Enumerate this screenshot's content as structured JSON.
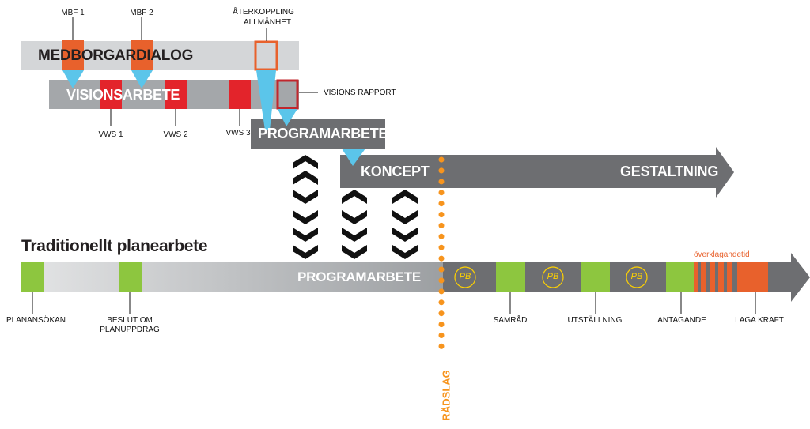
{
  "medborgardialog": {
    "title": "MEDBORGARDIALOG",
    "markers": [
      "MBF 1",
      "MBF 2"
    ],
    "feedback_label_line1": "ÅTERKOPPLING",
    "feedback_label_line2": "ALLMÄNHET"
  },
  "visionsarbete": {
    "title": "VISIONSARBETE",
    "workshops": [
      "VWS 1",
      "VWS 2",
      "VWS 3"
    ],
    "report_label": "VISIONS RAPPORT"
  },
  "programarbete_box": {
    "title": "PROGRAMARBETE"
  },
  "concept_arrow": {
    "left_label": "KONCEPT",
    "right_label": "GESTALTNING"
  },
  "traditional": {
    "heading": "Traditionellt planearbete",
    "bar_title": "PROGRAMARBETE",
    "pb_badges": [
      "PB",
      "PB",
      "PB"
    ],
    "appeal_label": "överklagandetid",
    "milestones": [
      {
        "line1": "PLANANSÖKAN",
        "line2": ""
      },
      {
        "line1": "BESLUT OM",
        "line2": "PLANUPPDRAG"
      },
      {
        "line1": "SAMRÅD",
        "line2": ""
      },
      {
        "line1": "UTSTÄLLNING",
        "line2": ""
      },
      {
        "line1": "ANTAGANDE",
        "line2": ""
      },
      {
        "line1": "LAGA KRAFT",
        "line2": ""
      }
    ]
  },
  "radslag": {
    "label": "RÅDSLAG"
  },
  "colors": {
    "orange_marker": "#e8612c",
    "red_marker": "#e3242b",
    "light_gray_bar": "#d4d6d8",
    "mid_gray_bar": "#a4a7aa",
    "dark_gray": "#6d6e71",
    "green": "#8dc63f",
    "cyan": "#5bc5ea",
    "dotted_orange": "#f7941d",
    "pb_yellow": "#ffd200"
  }
}
